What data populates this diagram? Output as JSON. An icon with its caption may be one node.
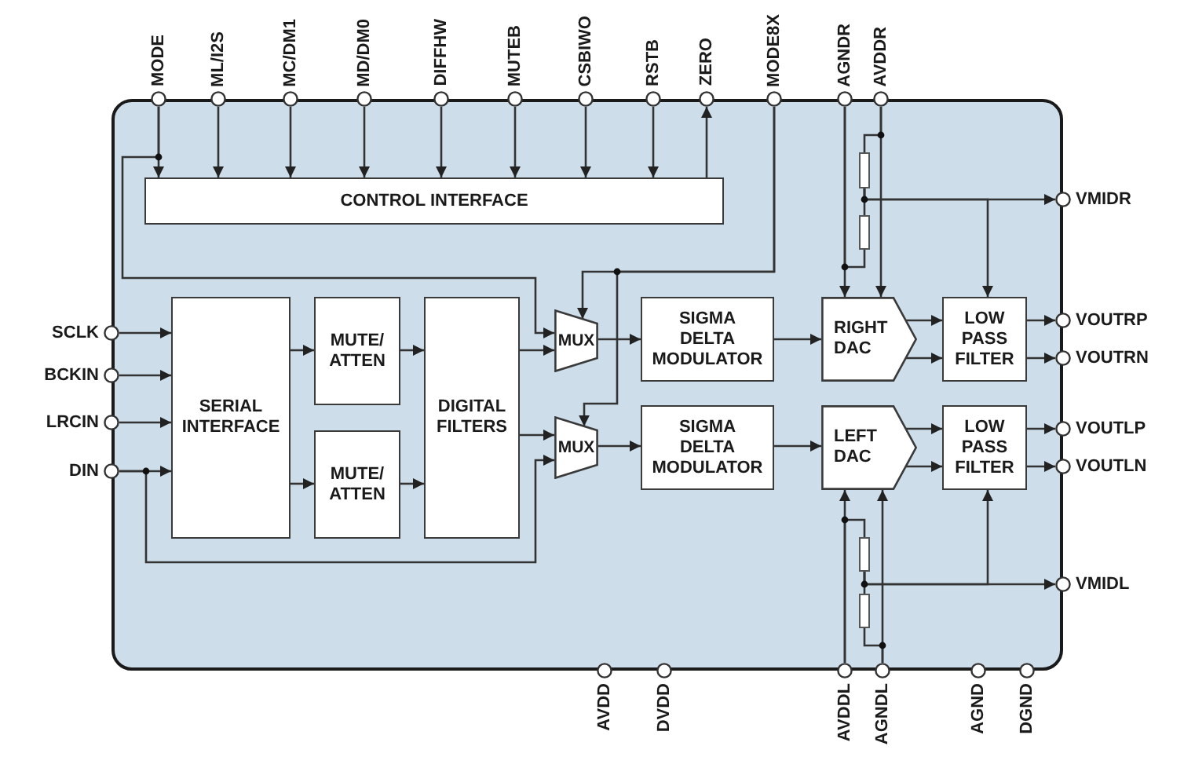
{
  "diagram": {
    "nodes": [
      {
        "text": [],
        "shape": "box"
      },
      {
        "text": [
          "MODE"
        ]
      },
      {
        "text": [
          "ML/I2S"
        ]
      },
      {
        "text": [
          "MC/DM1"
        ]
      },
      {
        "text": [
          "MD/DM0"
        ]
      },
      {
        "text": [
          "DIFFHW"
        ]
      },
      {
        "text": [
          "MUTEB"
        ]
      },
      {
        "text": [
          "CSBIWO"
        ]
      },
      {
        "text": [
          "RSTB"
        ]
      },
      {
        "text": [
          "ZERO"
        ]
      },
      {
        "text": [
          "MODE8X"
        ]
      },
      {
        "text": [
          "AGNDR"
        ]
      },
      {
        "text": [
          "AVDDR"
        ]
      },
      {
        "text": [
          "CONTROL INTERFACE"
        ],
        "in": 0
      },
      {
        "text": [],
        "shape": "resistor",
        "in": 0
      },
      {
        "text": [],
        "shape": "resistor",
        "in": 0
      },
      {
        "text": [
          "VMIDR"
        ]
      },
      {
        "text": [
          "SCLK"
        ]
      },
      {
        "text": [
          "BCKIN"
        ]
      },
      {
        "text": [
          "LRCIN"
        ]
      },
      {
        "text": [
          "DIN"
        ]
      },
      {
        "text": [
          "SERIAL INTERFACE"
        ],
        "in": 0
      },
      {
        "text": [
          "MUTE/ ATTEN"
        ],
        "in": 0
      },
      {
        "text": [
          "MUTE/ ATTEN"
        ],
        "in": 0
      },
      {
        "text": [
          "DIGITAL FILTERS"
        ],
        "in": 0
      },
      {
        "text": [
          "MUX"
        ],
        "in": 0
      },
      {
        "text": [
          "MUX"
        ],
        "in": 0
      },
      {
        "text": [
          "SIGMA DELTA MODULATOR"
        ],
        "in": 0
      },
      {
        "text": [
          "SIGMA DELTA MODULATOR"
        ],
        "in": 0
      },
      {
        "text": [
          "RIGHT DAC"
        ],
        "in": 0
      },
      {
        "text": [
          "LEFT DAC"
        ],
        "in": 0
      },
      {
        "text": [
          "LOW PASS FILTER"
        ],
        "in": 0
      },
      {
        "text": [
          "LOW PASS FILTER"
        ],
        "in": 0
      },
      {
        "text": [
          "VOUTRP"
        ]
      },
      {
        "text": [
          "VOUTRN"
        ]
      },
      {
        "text": [
          "VOUTLP"
        ]
      },
      {
        "text": [
          "VOUTLN"
        ]
      },
      {
        "text": [],
        "shape": "resistor",
        "in": 0
      },
      {
        "text": [],
        "shape": "resistor",
        "in": 0
      },
      {
        "text": [
          "VMIDL"
        ]
      },
      {
        "text": [
          "AVDD"
        ]
      },
      {
        "text": [
          "DVDD"
        ]
      },
      {
        "text": [
          "AVDDL"
        ]
      },
      {
        "text": [
          "AGNDL"
        ]
      },
      {
        "text": [
          "AGND"
        ]
      },
      {
        "text": [
          "DGND"
        ]
      }
    ],
    "edges": [
      {
        "from": 1,
        "to": 13,
        "arrow": "to"
      },
      {
        "from": 2,
        "to": 13,
        "arrow": "to"
      },
      {
        "from": 3,
        "to": 13,
        "arrow": "to"
      },
      {
        "from": 4,
        "to": 13,
        "arrow": "to"
      },
      {
        "from": 5,
        "to": 13,
        "arrow": "to"
      },
      {
        "from": 6,
        "to": 13,
        "arrow": "to"
      },
      {
        "from": 7,
        "to": 13,
        "arrow": "to"
      },
      {
        "from": 8,
        "to": 13,
        "arrow": "to"
      },
      {
        "from": 13,
        "to": 9,
        "arrow": "to"
      },
      {
        "from": 1,
        "to": 25,
        "arrow": "to"
      },
      {
        "from": 10,
        "to": 25,
        "arrow": "to"
      },
      {
        "from": 10,
        "to": 26,
        "arrow": "to"
      },
      {
        "from": 11,
        "to": 29,
        "arrow": "to"
      },
      {
        "from": 12,
        "to": 29,
        "arrow": "to"
      },
      {
        "from": 12,
        "to": 14,
        "arrow": "none"
      },
      {
        "from": 14,
        "to": 15,
        "arrow": "none"
      },
      {
        "from": 15,
        "to": 11,
        "arrow": "none"
      },
      {
        "from": 14,
        "to": 16,
        "arrow": "to"
      },
      {
        "from": 14,
        "to": 31,
        "arrow": "to"
      },
      {
        "from": 17,
        "to": 21,
        "arrow": "to"
      },
      {
        "from": 18,
        "to": 21,
        "arrow": "to"
      },
      {
        "from": 19,
        "to": 21,
        "arrow": "to"
      },
      {
        "from": 20,
        "to": 21,
        "arrow": "to"
      },
      {
        "from": 20,
        "to": 26,
        "arrow": "to"
      },
      {
        "from": 21,
        "to": 22,
        "arrow": "to"
      },
      {
        "from": 21,
        "to": 23,
        "arrow": "to"
      },
      {
        "from": 22,
        "to": 24,
        "arrow": "to"
      },
      {
        "from": 23,
        "to": 24,
        "arrow": "to"
      },
      {
        "from": 24,
        "to": 25,
        "arrow": "to"
      },
      {
        "from": 24,
        "to": 26,
        "arrow": "to"
      },
      {
        "from": 25,
        "to": 27,
        "arrow": "to"
      },
      {
        "from": 26,
        "to": 28,
        "arrow": "to"
      },
      {
        "from": 27,
        "to": 29,
        "arrow": "to"
      },
      {
        "from": 28,
        "to": 30,
        "arrow": "to"
      },
      {
        "from": 29,
        "to": 31,
        "arrow": "to"
      },
      {
        "from": 29,
        "to": 31,
        "arrow": "to"
      },
      {
        "from": 30,
        "to": 32,
        "arrow": "to"
      },
      {
        "from": 30,
        "to": 32,
        "arrow": "to"
      },
      {
        "from": 31,
        "to": 33,
        "arrow": "to"
      },
      {
        "from": 31,
        "to": 34,
        "arrow": "to"
      },
      {
        "from": 32,
        "to": 35,
        "arrow": "to"
      },
      {
        "from": 32,
        "to": 36,
        "arrow": "to"
      },
      {
        "from": 42,
        "to": 30,
        "arrow": "to"
      },
      {
        "from": 43,
        "to": 30,
        "arrow": "to"
      },
      {
        "from": 42,
        "to": 37,
        "arrow": "none"
      },
      {
        "from": 37,
        "to": 38,
        "arrow": "none"
      },
      {
        "from": 38,
        "to": 43,
        "arrow": "none"
      },
      {
        "from": 37,
        "to": 39,
        "arrow": "to"
      },
      {
        "from": 37,
        "to": 32,
        "arrow": "to"
      }
    ]
  }
}
